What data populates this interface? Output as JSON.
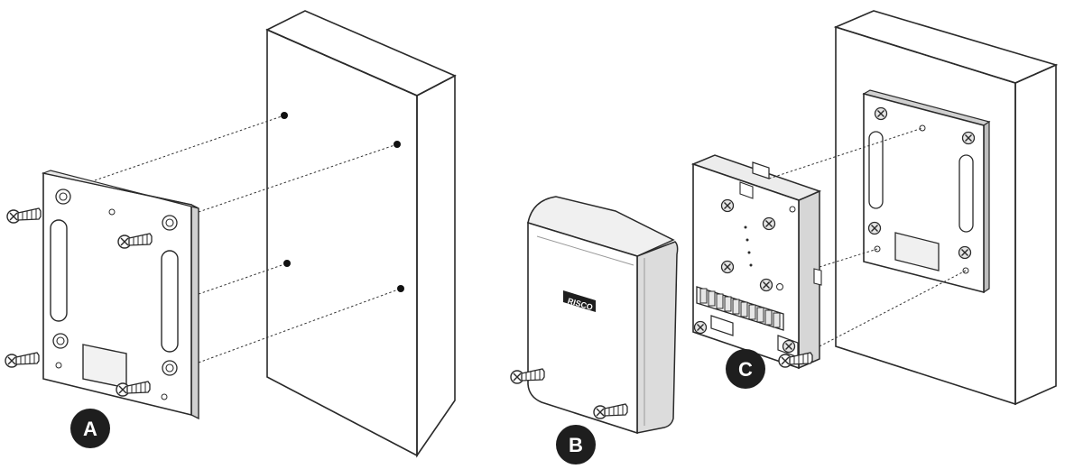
{
  "labels": {
    "a": "A",
    "b": "B",
    "c": "C"
  },
  "housing_logo": "RISCO",
  "colors": {
    "wall_face": "#9a9a9a",
    "wall_top": "#c4c4c4",
    "wall_side": "#6e6e6e",
    "outline": "#2a2a2a",
    "badge": "#1e1e1e"
  }
}
